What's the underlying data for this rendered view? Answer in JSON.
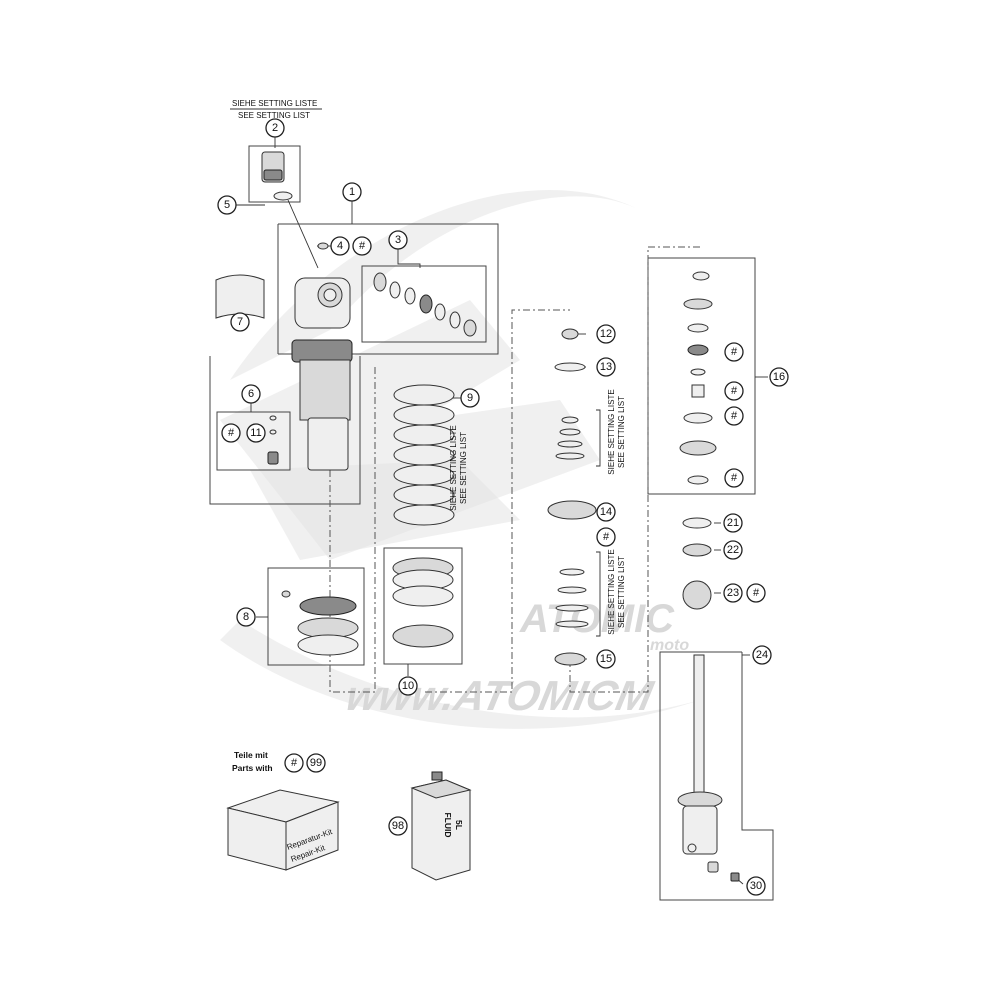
{
  "setting_note_top": [
    "SIEHE SETTING LISTE",
    "SEE SETTING LIST"
  ],
  "setting_note_vertical": [
    "SIEHE SETTING LISTE",
    "SEE SETTING LIST"
  ],
  "hash_symbol": "#",
  "callouts": [
    "1",
    "2",
    "3",
    "4",
    "5",
    "6",
    "7",
    "8",
    "9",
    "10",
    "11",
    "12",
    "13",
    "14",
    "15",
    "16",
    "21",
    "22",
    "23",
    "24",
    "30",
    "98",
    "99"
  ],
  "legend": {
    "line1": "Teile mit",
    "line2": "Parts with"
  },
  "repair_kit_label": [
    "Reparatur-Kit",
    "Repair-Kit"
  ],
  "fluid_label": [
    "FLUID",
    "5L"
  ],
  "watermark": {
    "brand": "ATOMIC",
    "sub": "moto",
    "url": "www.ATOMICM"
  }
}
